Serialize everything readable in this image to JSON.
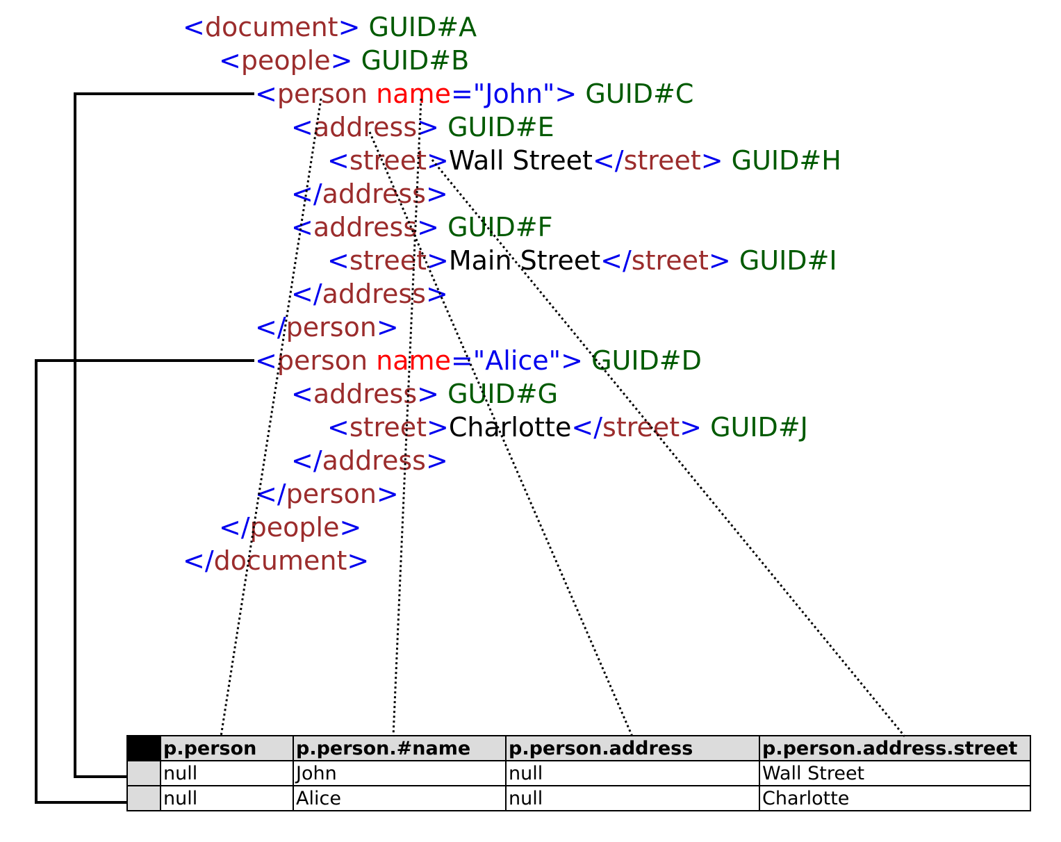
{
  "xml": {
    "lines": [
      {
        "key": "doc_open",
        "tokens": [
          {
            "t": "<",
            "c": "bracket"
          },
          {
            "t": "document",
            "c": "tag"
          },
          {
            "t": ">",
            "c": "bracket"
          },
          {
            "t": " GUID#A",
            "c": "guid"
          }
        ]
      },
      {
        "key": "people_open",
        "tokens": [
          {
            "t": "<",
            "c": "bracket"
          },
          {
            "t": "people",
            "c": "tag"
          },
          {
            "t": ">",
            "c": "bracket"
          },
          {
            "t": " GUID#B",
            "c": "guid"
          }
        ]
      },
      {
        "key": "person_john_open",
        "tokens": [
          {
            "t": "<",
            "c": "bracket"
          },
          {
            "t": "person ",
            "c": "tag"
          },
          {
            "t": "name",
            "c": "attr"
          },
          {
            "t": "=\"",
            "c": "bracket"
          },
          {
            "t": "John",
            "c": "value"
          },
          {
            "t": "\">",
            "c": "bracket"
          },
          {
            "t": " GUID#C",
            "c": "guid"
          }
        ]
      },
      {
        "key": "address_e_open",
        "tokens": [
          {
            "t": "<",
            "c": "bracket"
          },
          {
            "t": "address",
            "c": "tag"
          },
          {
            "t": ">",
            "c": "bracket"
          },
          {
            "t": " GUID#E",
            "c": "guid"
          }
        ]
      },
      {
        "key": "street_h",
        "tokens": [
          {
            "t": "<",
            "c": "bracket"
          },
          {
            "t": "street",
            "c": "tag"
          },
          {
            "t": ">",
            "c": "bracket"
          },
          {
            "t": "Wall Street",
            "c": "text"
          },
          {
            "t": "</",
            "c": "bracket"
          },
          {
            "t": "street",
            "c": "tag"
          },
          {
            "t": ">",
            "c": "bracket"
          },
          {
            "t": " GUID#H",
            "c": "guid"
          }
        ]
      },
      {
        "key": "address_e_close",
        "tokens": [
          {
            "t": "</",
            "c": "bracket"
          },
          {
            "t": "address",
            "c": "tag"
          },
          {
            "t": ">",
            "c": "bracket"
          }
        ]
      },
      {
        "key": "address_f_open",
        "tokens": [
          {
            "t": "<",
            "c": "bracket"
          },
          {
            "t": "address",
            "c": "tag"
          },
          {
            "t": ">",
            "c": "bracket"
          },
          {
            "t": " GUID#F",
            "c": "guid"
          }
        ]
      },
      {
        "key": "street_i",
        "tokens": [
          {
            "t": "<",
            "c": "bracket"
          },
          {
            "t": "street",
            "c": "tag"
          },
          {
            "t": ">",
            "c": "bracket"
          },
          {
            "t": "Main Street",
            "c": "text"
          },
          {
            "t": "</",
            "c": "bracket"
          },
          {
            "t": "street",
            "c": "tag"
          },
          {
            "t": ">",
            "c": "bracket"
          },
          {
            "t": " GUID#I",
            "c": "guid"
          }
        ]
      },
      {
        "key": "address_f_close",
        "tokens": [
          {
            "t": "</",
            "c": "bracket"
          },
          {
            "t": "address",
            "c": "tag"
          },
          {
            "t": ">",
            "c": "bracket"
          }
        ]
      },
      {
        "key": "person_john_close",
        "tokens": [
          {
            "t": "</",
            "c": "bracket"
          },
          {
            "t": "person",
            "c": "tag"
          },
          {
            "t": ">",
            "c": "bracket"
          }
        ]
      },
      {
        "key": "person_alice_open",
        "tokens": [
          {
            "t": "<",
            "c": "bracket"
          },
          {
            "t": "person ",
            "c": "tag"
          },
          {
            "t": "name",
            "c": "attr"
          },
          {
            "t": "=\"",
            "c": "bracket"
          },
          {
            "t": "Alice",
            "c": "value"
          },
          {
            "t": "\">",
            "c": "bracket"
          },
          {
            "t": " GUID#D",
            "c": "guid"
          }
        ]
      },
      {
        "key": "address_g_open",
        "tokens": [
          {
            "t": "<",
            "c": "bracket"
          },
          {
            "t": "address",
            "c": "tag"
          },
          {
            "t": ">",
            "c": "bracket"
          },
          {
            "t": " GUID#G",
            "c": "guid"
          }
        ]
      },
      {
        "key": "street_j",
        "tokens": [
          {
            "t": "<",
            "c": "bracket"
          },
          {
            "t": "street",
            "c": "tag"
          },
          {
            "t": ">",
            "c": "bracket"
          },
          {
            "t": "Charlotte",
            "c": "text"
          },
          {
            "t": "</",
            "c": "bracket"
          },
          {
            "t": "street",
            "c": "tag"
          },
          {
            "t": ">",
            "c": "bracket"
          },
          {
            "t": " GUID#J",
            "c": "guid"
          }
        ]
      },
      {
        "key": "address_g_close",
        "tokens": [
          {
            "t": "</",
            "c": "bracket"
          },
          {
            "t": "address",
            "c": "tag"
          },
          {
            "t": ">",
            "c": "bracket"
          }
        ]
      },
      {
        "key": "person_alice_close",
        "tokens": [
          {
            "t": "</",
            "c": "bracket"
          },
          {
            "t": "person",
            "c": "tag"
          },
          {
            "t": ">",
            "c": "bracket"
          }
        ]
      },
      {
        "key": "people_close",
        "tokens": [
          {
            "t": "</",
            "c": "bracket"
          },
          {
            "t": "people",
            "c": "tag"
          },
          {
            "t": ">",
            "c": "bracket"
          }
        ]
      },
      {
        "key": "doc_close",
        "tokens": [
          {
            "t": "</",
            "c": "bracket"
          },
          {
            "t": "document",
            "c": "tag"
          },
          {
            "t": ">",
            "c": "bracket"
          }
        ]
      }
    ]
  },
  "table": {
    "columns": [
      "p.person",
      "p.person.#name",
      "p.person.address",
      "p.person.address.street"
    ],
    "rows": [
      [
        "null",
        "John",
        "null",
        "Wall Street"
      ],
      [
        "null",
        "Alice",
        "null",
        "Charlotte"
      ]
    ]
  },
  "colors": {
    "bracket": "#0000ee",
    "tag": "#9b2c2c",
    "attribute": "#ff0000",
    "attribute_value": "#0000ee",
    "text": "#000000",
    "guid": "#005a00",
    "header_fill": "#dcdcdc"
  }
}
